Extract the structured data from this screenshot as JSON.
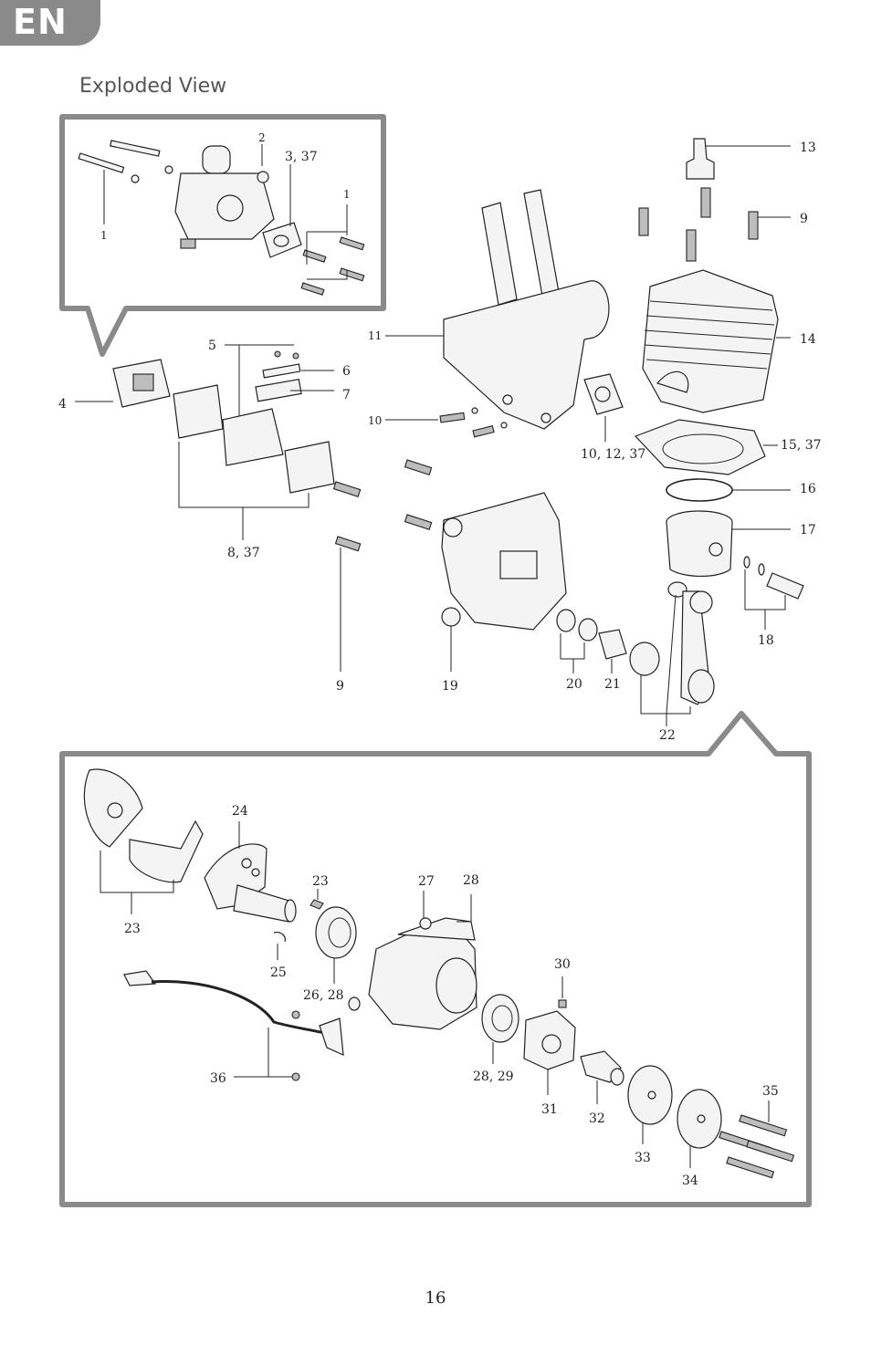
{
  "language_tab": "EN",
  "title": "Exploded View",
  "page_number": "16",
  "labels": {
    "l1a": "1",
    "l1b": "1",
    "l2": "2",
    "l3_37": "3, 37",
    "l4": "4",
    "l5": "5",
    "l6": "6",
    "l7": "7",
    "l8_37": "8, 37",
    "l9a": "9",
    "l9b": "9",
    "l10": "10",
    "l10_12_37": "10, 12, 37",
    "l11": "11",
    "l13": "13",
    "l14": "14",
    "l15_37": "15, 37",
    "l16": "16",
    "l17": "17",
    "l18": "18",
    "l19": "19",
    "l20": "20",
    "l21": "21",
    "l22": "22",
    "l23a": "23",
    "l23b": "23",
    "l24": "24",
    "l25": "25",
    "l26_28": "26, 28",
    "l27": "27",
    "l28": "28",
    "l28_29": "28, 29",
    "l30": "30",
    "l31": "31",
    "l32": "32",
    "l33": "33",
    "l34": "34",
    "l35": "35",
    "l36": "36"
  },
  "colors": {
    "frame": "#8a8a8a",
    "tab": "#8a8a8a"
  }
}
